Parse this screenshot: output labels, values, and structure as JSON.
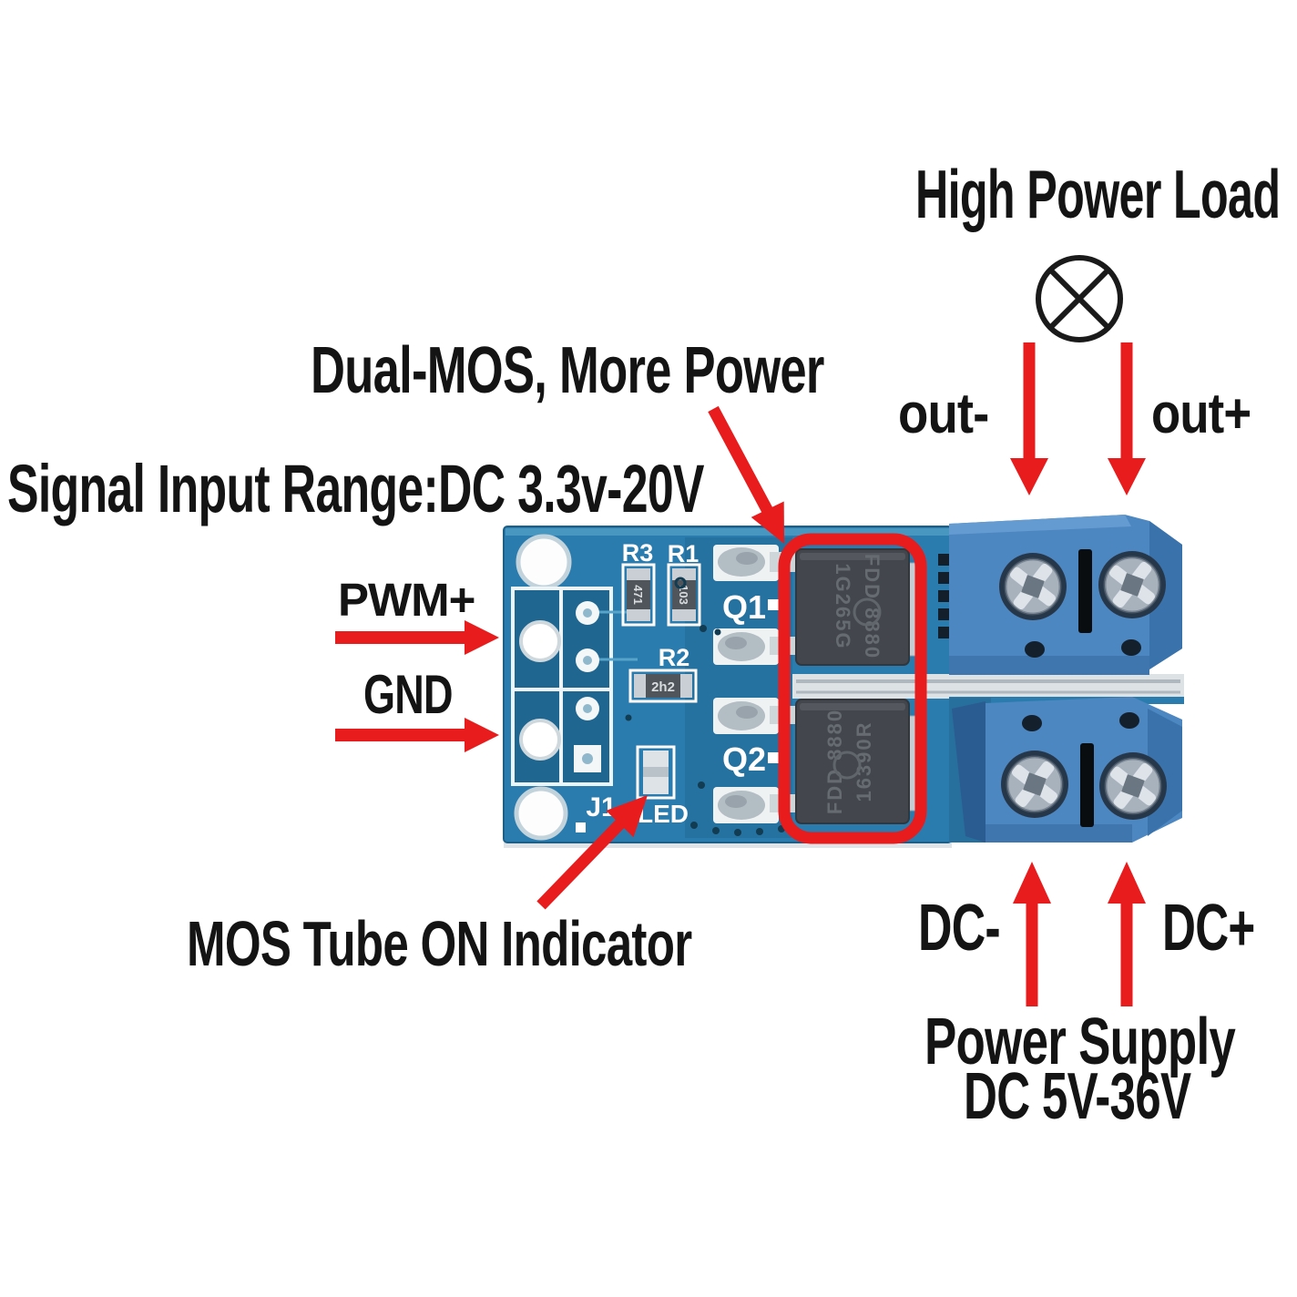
{
  "annotations": {
    "high_power_load": "High Power Load",
    "out_minus": "out-",
    "out_plus": "out+",
    "dual_mos": "Dual-MOS, More Power",
    "signal_input_range": "Signal Input Range:DC 3.3v-20V",
    "pwm_plus": "PWM+",
    "gnd": "GND",
    "mos_tube_on_indicator": "MOS Tube ON Indicator",
    "dc_minus": "DC-",
    "dc_plus": "DC+",
    "power_supply_line1": "Power Supply",
    "power_supply_line2": "DC 5V-36V"
  },
  "board": {
    "silkscreen": {
      "r3": "R3",
      "r1": "R1",
      "r2": "R2",
      "q1": "Q1",
      "q2": "Q2",
      "j1": "J1",
      "led": "LED"
    },
    "smd_markings": {
      "r3": "471",
      "r1": "103",
      "r2": "2h2"
    },
    "mosfets": {
      "q1": {
        "line1": "FDD 8880",
        "line2": "1G265G"
      },
      "q2": {
        "line1": "FDD 8880",
        "line2": "16390R"
      }
    }
  },
  "icons": {
    "load_lamp": "crossed-circle-lamp-symbol",
    "arrow_style": "solid-red-arrow",
    "highlight": "red-rounded-highlight-box"
  },
  "colors": {
    "arrow_red": "#e81c1c",
    "annotation_text": "#141414",
    "pcb_blue": "#2b7cae",
    "terminal_block_blue": "#4c87c1",
    "silkscreen_white": "#ffffff",
    "mosfet_gray": "#43474d"
  }
}
